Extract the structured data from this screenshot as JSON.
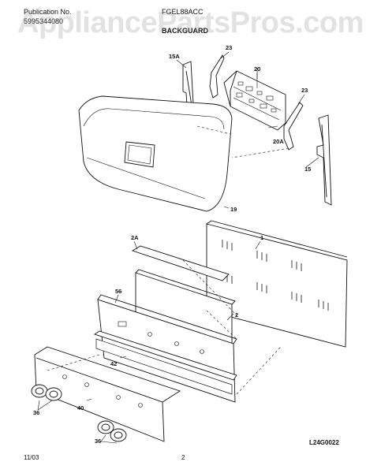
{
  "header": {
    "publication_label": "Publication No.",
    "publication_number": "5995344080",
    "model": "FGEL88ACC",
    "section_title": "BACKGUARD"
  },
  "watermark": "AppliancePartsPros.com",
  "parts": [
    {
      "id": "15A"
    },
    {
      "id": "23"
    },
    {
      "id": "20"
    },
    {
      "id": "23"
    },
    {
      "id": "20A"
    },
    {
      "id": "15"
    },
    {
      "id": "19"
    },
    {
      "id": "2A"
    },
    {
      "id": "1"
    },
    {
      "id": "56"
    },
    {
      "id": "2"
    },
    {
      "id": "42"
    },
    {
      "id": "36"
    },
    {
      "id": "40"
    },
    {
      "id": "36"
    }
  ],
  "footer": {
    "date": "11/03",
    "page": "2",
    "figure_code": "L24G0022"
  }
}
